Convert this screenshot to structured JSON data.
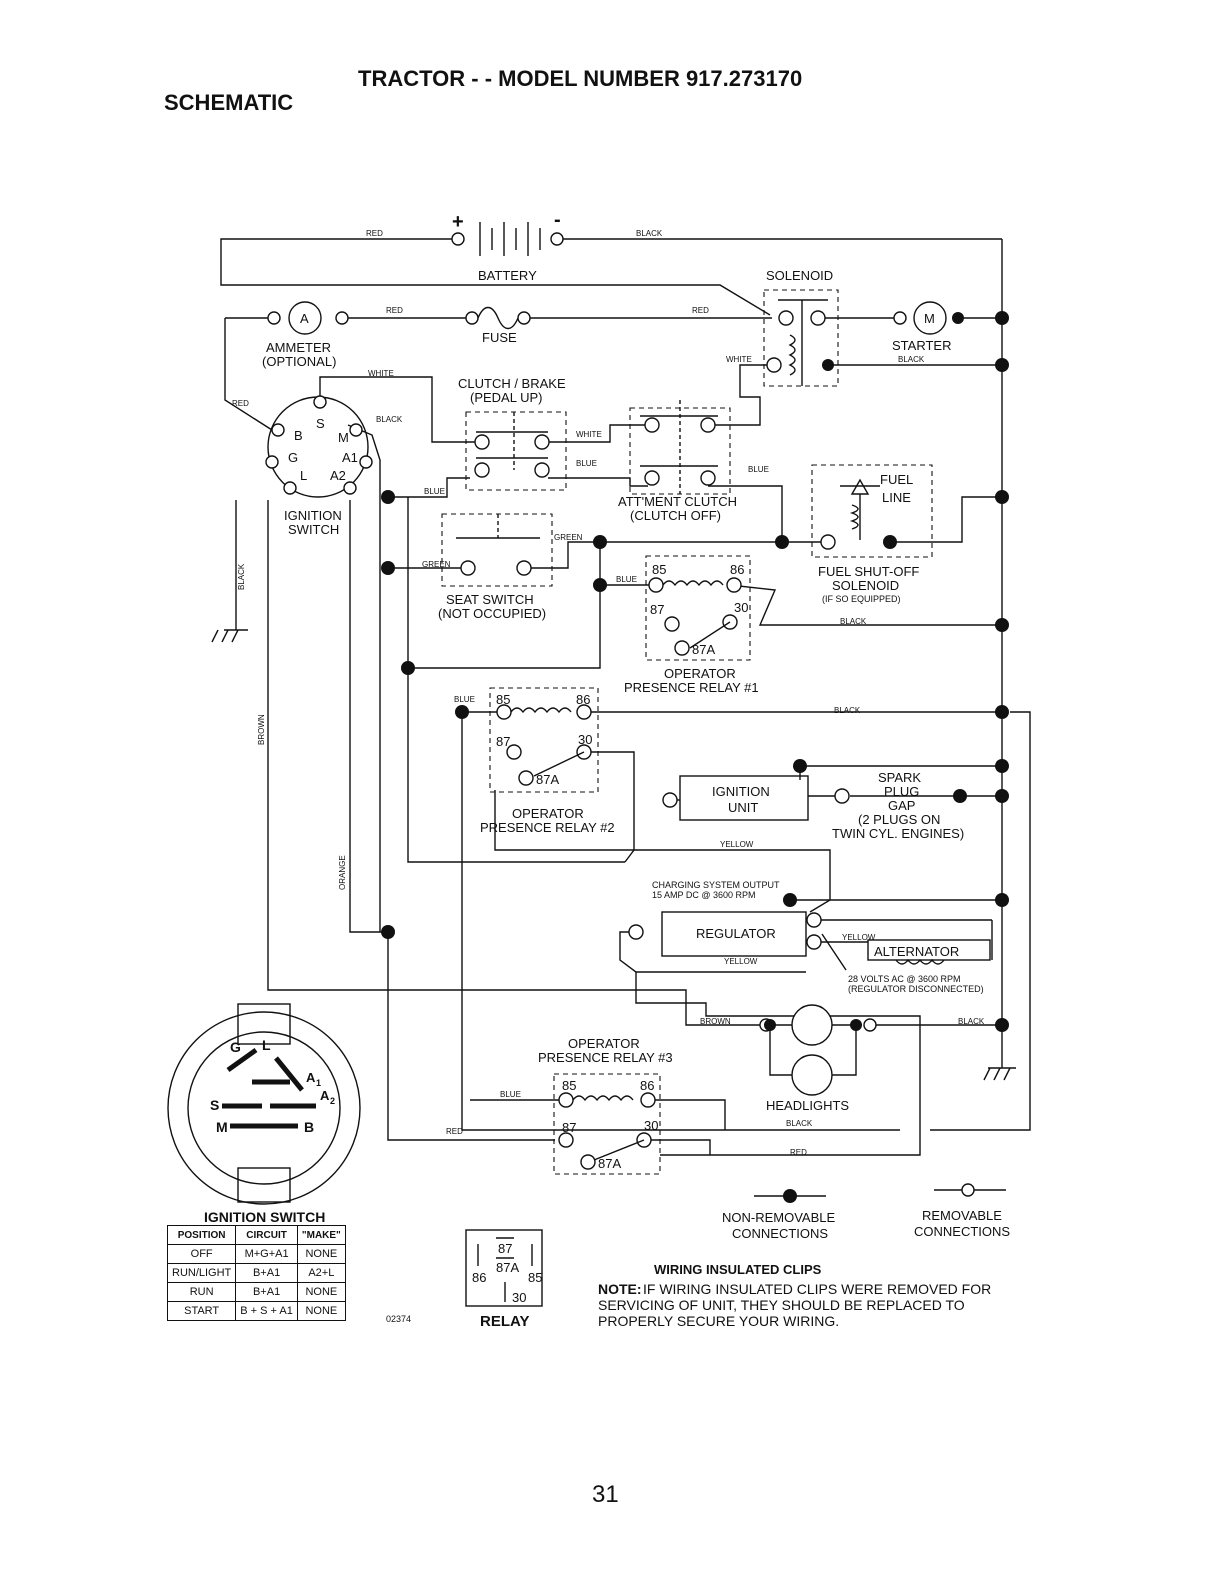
{
  "page": {
    "title": "TRACTOR - - MODEL NUMBER 917.273170",
    "section": "SCHEMATIC",
    "page_number": "31",
    "drawing_number": "02374"
  },
  "components": {
    "battery": "BATTERY",
    "battery_pos": "+",
    "battery_neg": "-",
    "solenoid": "SOLENOID",
    "ammeter_letter": "A",
    "ammeter": "AMMETER",
    "ammeter_note": "(OPTIONAL)",
    "fuse": "FUSE",
    "starter_letter": "M",
    "starter": "STARTER",
    "clutch_brake": "CLUTCH / BRAKE",
    "clutch_brake_note": "(PEDAL UP)",
    "attment_clutch": "ATT'MENT CLUTCH",
    "attment_clutch_note": "(CLUTCH OFF)",
    "fuel_line_1": "FUEL",
    "fuel_line_2": "LINE",
    "fuel_shutoff_1": "FUEL SHUT-OFF",
    "fuel_shutoff_2": "SOLENOID",
    "fuel_shutoff_note": "(IF SO EQUIPPED)",
    "ignition_switch_1": "IGNITION",
    "ignition_switch_2": "SWITCH",
    "seat_switch": "SEAT SWITCH",
    "seat_switch_note": "(NOT OCCUPIED)",
    "relay1_1": "OPERATOR",
    "relay1_2": "PRESENCE RELAY #1",
    "relay2_1": "OPERATOR",
    "relay2_2": "PRESENCE RELAY #2",
    "relay3_1": "OPERATOR",
    "relay3_2": "PRESENCE RELAY #3",
    "ignition_unit_1": "IGNITION",
    "ignition_unit_2": "UNIT",
    "spark_1": "SPARK",
    "spark_2": "PLUG",
    "spark_3": "GAP",
    "spark_4": "(2 PLUGS ON",
    "spark_5": "TWIN CYL. ENGINES)",
    "charging_1": "CHARGING SYSTEM OUTPUT",
    "charging_2": "15 AMP DC @ 3600 RPM",
    "regulator": "REGULATOR",
    "alternator": "ALTERNATOR",
    "alt_note_1": "28 VOLTS AC @ 3600 RPM",
    "alt_note_2": "(REGULATOR DISCONNECTED)",
    "headlights": "HEADLIGHTS",
    "relay_label": "RELAY"
  },
  "terminals": {
    "ign_b": "B",
    "ign_s": "S",
    "ign_m": "M",
    "ign_g": "G",
    "ign_a1": "A1",
    "ign_l": "L",
    "ign_a2": "A2",
    "r85": "85",
    "r86": "86",
    "r87": "87",
    "r30": "30",
    "r87a": "87A"
  },
  "wire_colors": {
    "red": "RED",
    "black": "BLACK",
    "white": "WHITE",
    "blue": "BLUE",
    "green": "GREEN",
    "brown": "BROWN",
    "orange": "ORANGE",
    "yellow": "YELLOW"
  },
  "legend": {
    "non_removable_1": "NON-REMOVABLE",
    "non_removable_2": "CONNECTIONS",
    "removable_1": "REMOVABLE",
    "removable_2": "CONNECTIONS"
  },
  "note": {
    "heading": "WIRING INSULATED CLIPS",
    "prefix": "NOTE:",
    "line1": "IF WIRING INSULATED CLIPS WERE REMOVED FOR",
    "line2": "SERVICING OF UNIT, THEY SHOULD BE REPLACED TO",
    "line3": "PROPERLY SECURE YOUR WIRING."
  },
  "ignition_table": {
    "title": "IGNITION SWITCH",
    "headers": [
      "POSITION",
      "CIRCUIT",
      "\"MAKE\""
    ],
    "rows": [
      [
        "OFF",
        "M+G+A1",
        "NONE"
      ],
      [
        "RUN/LIGHT",
        "B+A1",
        "A2+L"
      ],
      [
        "RUN",
        "B+A1",
        "NONE"
      ],
      [
        "START",
        "B + S + A1",
        "NONE"
      ]
    ]
  },
  "switch_face": {
    "g": "G",
    "l": "L",
    "a1": "A",
    "a1_sub": "1",
    "a2": "A",
    "a2_sub": "2",
    "s": "S",
    "m": "M",
    "b": "B"
  }
}
